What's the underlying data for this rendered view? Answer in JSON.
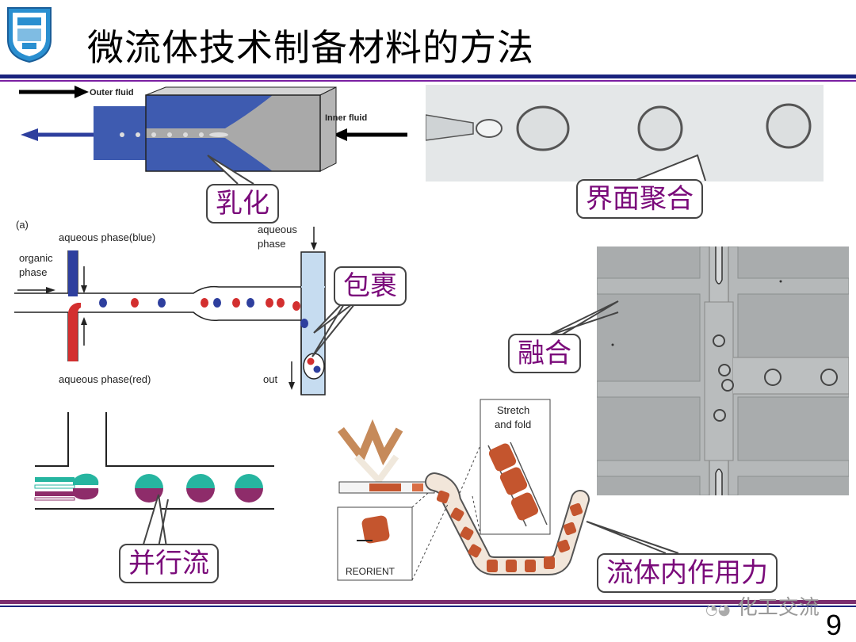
{
  "slide": {
    "title": "微流体技术制备材料的方法",
    "page_number": "9",
    "watermark": "化工交流"
  },
  "callouts": {
    "emulsify": "乳化",
    "interface": "界面聚合",
    "wrap": "包裹",
    "fusion": "融合",
    "parallel": "并行流",
    "internal_force": "流体内作用力"
  },
  "diagram_emulsion": {
    "outer_fluid": "Outer fluid",
    "inner_fluid": "Inner fluid"
  },
  "diagram_wrap": {
    "panel_label": "(a)",
    "aqueous_blue": "aqueous phase(blue)",
    "aqueous_red": "aqueous phase(red)",
    "organic_line1": "organic",
    "organic_line2": "phase",
    "aqueous_line1": "aqueous",
    "aqueous_line2": "phase",
    "out": "out"
  },
  "diagram_stretch": {
    "stretch_line1": "Stretch",
    "stretch_line2": "and fold",
    "reorient": "REORIENT"
  },
  "colors": {
    "navy": "#1a237e",
    "purple": "#7a0a7a",
    "blue_phase": "#2e3f9e",
    "red_phase": "#d32f2f",
    "teal": "#26b5a0",
    "plum": "#8e2c6a"
  }
}
